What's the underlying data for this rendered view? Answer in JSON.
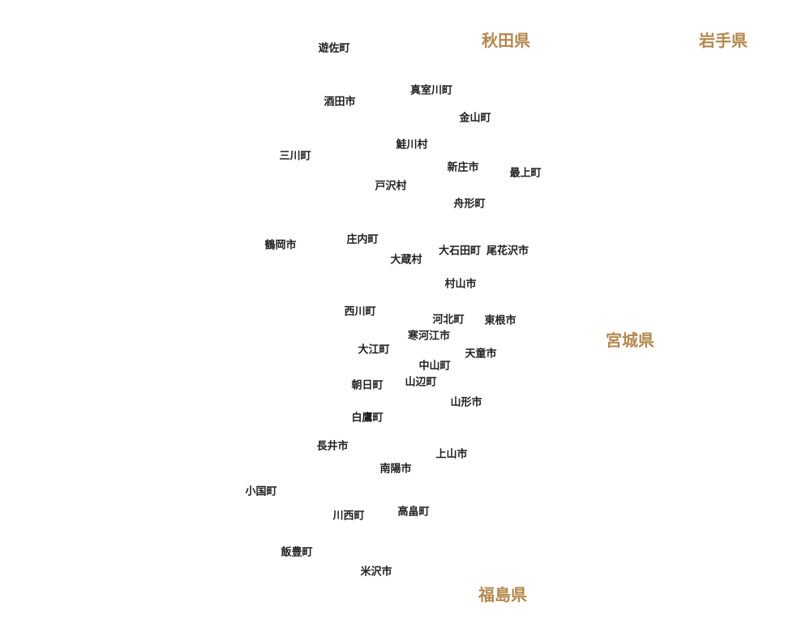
{
  "prefecture_color": "#b3884e",
  "municipalities": [
    "遊佐町",
    "真室川町",
    "酒田市",
    "金山町",
    "鮭川村",
    "三川町",
    "新庄市",
    "最上町",
    "戸沢村",
    "舟形町",
    "庄内町",
    "鶴岡市",
    "大石田町",
    "尾花沢市",
    "大蔵村",
    "村山市",
    "西川町",
    "河北町",
    "東根市",
    "寒河江市",
    "大江町",
    "天童市",
    "中山町",
    "山辺町",
    "朝日町",
    "山形市",
    "白鷹町",
    "長井市",
    "上山市",
    "南陽市",
    "小国町",
    "高畠町",
    "川西町",
    "飯豊町",
    "米沢市"
  ],
  "prefectures": [
    "秋田県",
    "岩手県",
    "宮城県",
    "福島県"
  ]
}
